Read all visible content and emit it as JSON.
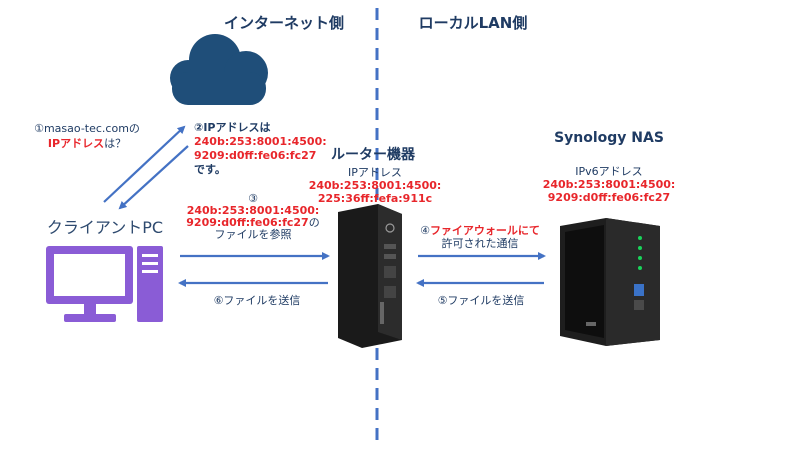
{
  "zones": {
    "internet": "インターネット側",
    "local": "ローカルLAN側"
  },
  "client": {
    "title": "クライアントPC",
    "query_line1": "①masao-tec.comの",
    "query_line2_red": "IPアドレス",
    "query_line2_rest": "は？"
  },
  "dns_reply": {
    "line1": "②IPアドレスは",
    "ip_line1": "240b:253:8001:4500:",
    "ip_line2": "9209:d0ff:fe06:fc27",
    "line_end": "です。"
  },
  "router": {
    "title": "ルーター機器",
    "ip_label": "IPアドレス",
    "ip_line1": "240b:253:8001:4500:",
    "ip_line2": "225:36ff:fefa:911c"
  },
  "nas": {
    "title": "Synology NAS",
    "ip_label": "IPv6アドレス",
    "ip_line1": "240b:253:8001:4500:",
    "ip_line2": "9209:d0ff:fe06:fc27"
  },
  "step3": {
    "num": "③",
    "ip_line1": "240b:253:8001:4500:",
    "ip_line2": "9209:d0ff:fe06:fc27",
    "suffix": "の",
    "line3": "ファイルを参照"
  },
  "step4": {
    "num": "④",
    "red_text": "ファイアウォールにて",
    "line2": "許可された通信"
  },
  "step5": {
    "text": "⑤ファイルを送信"
  },
  "step6": {
    "text": "⑥ファイルを送信"
  },
  "colors": {
    "arrow": "#4472c4",
    "divider": "#4472c4",
    "cloud": "#1f4e79",
    "pc": "#8a5cd6",
    "red": "#e8262b",
    "navy": "#1f3b63"
  }
}
